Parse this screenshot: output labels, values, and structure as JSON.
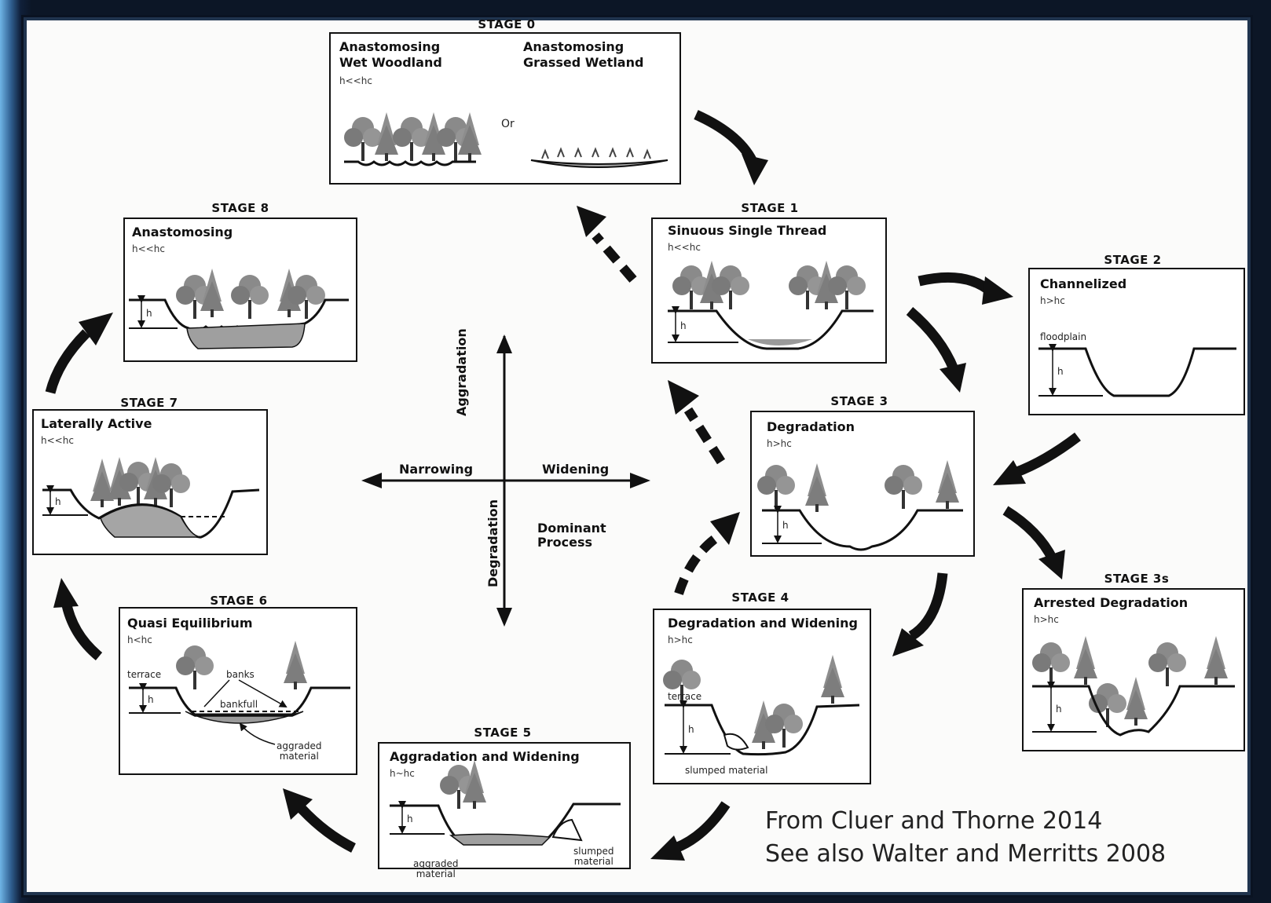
{
  "stages": {
    "s0": {
      "title": "STAGE 0",
      "left_name": "Anastomosing\nWet Woodland",
      "left_sub": "h<<hc",
      "or": "Or",
      "right_name": "Anastomosing\nGrassed Wetland"
    },
    "s1": {
      "title": "STAGE 1",
      "name": "Sinuous Single Thread",
      "sub": "h<<hc"
    },
    "s2": {
      "title": "STAGE 2",
      "name": "Channelized",
      "sub": "h>hc",
      "floodplain": "floodplain"
    },
    "s3": {
      "title": "STAGE 3",
      "name": "Degradation",
      "sub": "h>hc"
    },
    "s3s": {
      "title": "STAGE 3s",
      "name": "Arrested Degradation",
      "sub": "h>hc"
    },
    "s4": {
      "title": "STAGE 4",
      "name": "Degradation and Widening",
      "sub": "h>hc",
      "terrace": "terrace",
      "slumped": "slumped material"
    },
    "s5": {
      "title": "STAGE 5",
      "name": "Aggradation and Widening",
      "sub": "h~hc",
      "aggraded": "aggraded\nmaterial",
      "slumped": "slumped\nmaterial"
    },
    "s6": {
      "title": "STAGE 6",
      "name": "Quasi Equilibrium",
      "sub": "h<hc",
      "terrace": "terrace",
      "banks": "banks",
      "bankfull": "bankfull",
      "aggraded": "aggraded\nmaterial"
    },
    "s7": {
      "title": "STAGE 7",
      "name": "Laterally Active",
      "sub": "h<<hc"
    },
    "s8": {
      "title": "STAGE 8",
      "name": "Anastomosing",
      "sub": "h<<hc"
    }
  },
  "h_label": "h",
  "axes": {
    "aggradation": "Aggradation",
    "degradation": "Degradation",
    "narrowing": "Narrowing",
    "widening": "Widening",
    "dominant": "Dominant\nProcess"
  },
  "credits": {
    "line1": "From Cluer and Thorne 2014",
    "line2": "See also Walter and Merritts 2008"
  }
}
